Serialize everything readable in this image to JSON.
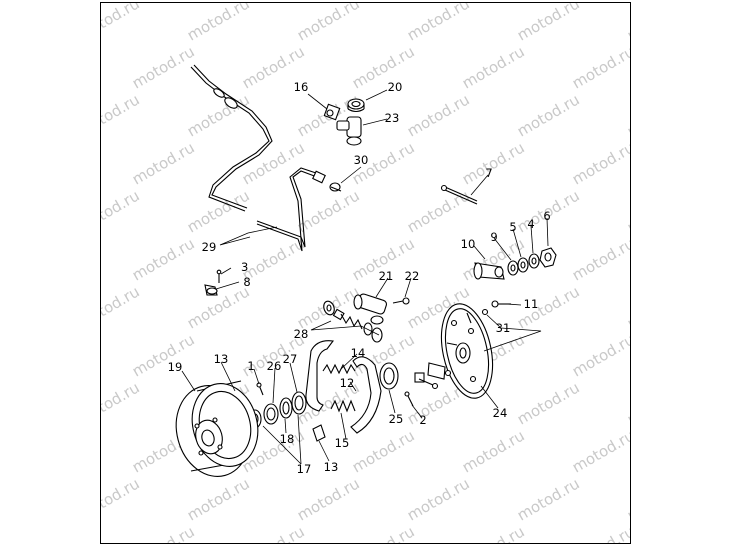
{
  "watermark": {
    "text": "motod.ru",
    "color": "#c9c9c9"
  },
  "callouts": [
    "1",
    "2",
    "3",
    "4",
    "5",
    "6",
    "7",
    "8",
    "9",
    "10",
    "11",
    "12",
    "13",
    "13",
    "14",
    "15",
    "16",
    "17",
    "18",
    "19",
    "20",
    "21",
    "22",
    "23",
    "24",
    "25",
    "26",
    "27",
    "28",
    "29",
    "30",
    "31"
  ],
  "parts": [
    {
      "name": "brake-line-tube",
      "icon": "tube-shape"
    },
    {
      "name": "brake-drum",
      "icon": "drum-shape"
    },
    {
      "name": "brake-shoes",
      "icon": "shoe-shape"
    },
    {
      "name": "backing-plate",
      "icon": "plate-shape"
    },
    {
      "name": "wheel-cylinder",
      "icon": "cylinder-shape"
    }
  ]
}
